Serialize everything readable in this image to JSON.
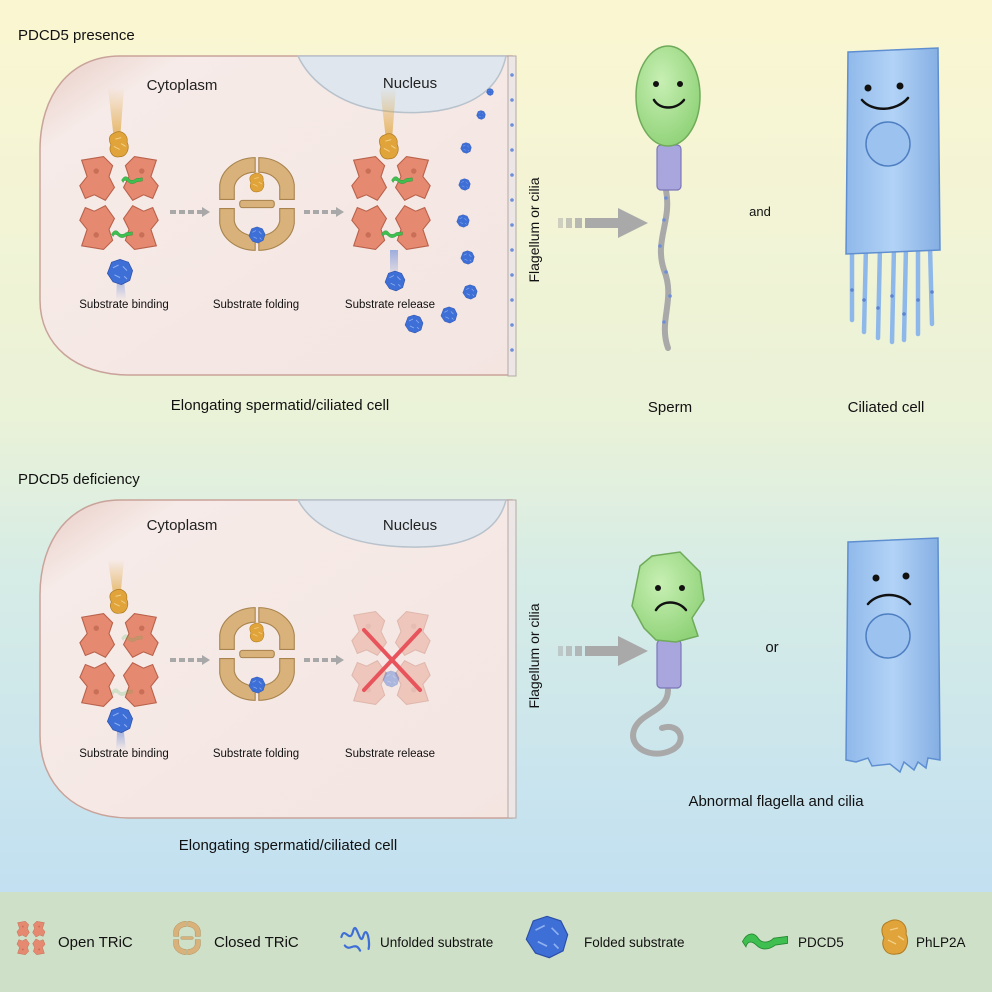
{
  "top_panel": {
    "heading": "PDCD5 presence",
    "cytoplasm_label": "Cytoplasm",
    "nucleus_label": "Nucleus",
    "flagellum_label": "Flagellum or cilia",
    "steps": [
      "Substrate binding",
      "Substrate folding",
      "Substrate release"
    ],
    "cell_caption": "Elongating spermatid/ciliated cell",
    "connector": "and",
    "sperm_label": "Sperm",
    "ciliated_label": "Ciliated cell"
  },
  "bottom_panel": {
    "heading": "PDCD5 deficiency",
    "cytoplasm_label": "Cytoplasm",
    "nucleus_label": "Nucleus",
    "flagellum_label": "Flagellum or cilia",
    "steps": [
      "Substrate binding",
      "Substrate folding",
      "Substrate release"
    ],
    "cell_caption": "Elongating spermatid/ciliated cell",
    "connector": "or",
    "outcome_label": "Abnormal flagella and cilia"
  },
  "legend": {
    "items": [
      {
        "icon": "open-tric-icon",
        "label": "Open TRiC"
      },
      {
        "icon": "closed-tric-icon",
        "label": "Closed TRiC"
      },
      {
        "icon": "unfolded-substrate-icon",
        "label": "Unfolded substrate"
      },
      {
        "icon": "folded-substrate-icon",
        "label": "Folded substrate"
      },
      {
        "icon": "pdcd5-icon",
        "label": "PDCD5"
      },
      {
        "icon": "phlp2a-icon",
        "label": "PhLP2A"
      }
    ]
  },
  "colors": {
    "open_tric": "#e58a70",
    "closed_tric": "#d8b27a",
    "substrate": "#3e6fd6",
    "pdcd5": "#3fbf4f",
    "phlp2a": "#e0a43a",
    "cell_body": "#f3e4e0",
    "nucleus": "#dde5ec",
    "sperm_head": "#a8e08f",
    "ciliated_cell": "#9cc3ef",
    "cross": "#e8545c"
  }
}
